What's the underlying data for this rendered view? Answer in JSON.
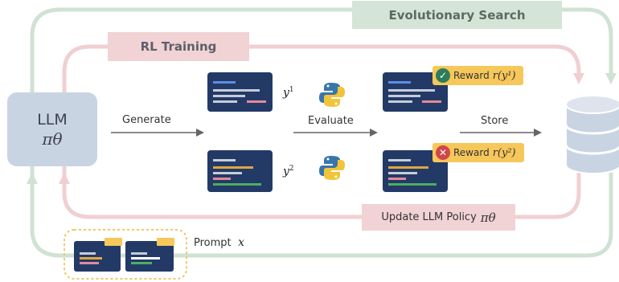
{
  "evolutionary_search": {
    "label": "Evolutionary Search",
    "color": "#d4e4d6"
  },
  "rl_training": {
    "label": "RL Training",
    "color": "#f1d2d5"
  },
  "llm": {
    "name": "LLM",
    "symbol": "πθ"
  },
  "edges": {
    "generate": "Generate",
    "evaluate": "Evaluate",
    "store": "Store"
  },
  "samples": [
    {
      "base": "y",
      "exp": "1",
      "reward_label": "Reward",
      "reward_math": "r(y¹)",
      "outcome": "check-icon"
    },
    {
      "base": "y",
      "exp": "2",
      "reward_label": "Reward",
      "reward_math": "r(y²)",
      "outcome": "cross-icon"
    }
  ],
  "update_policy": {
    "label": "Update LLM Policy",
    "symbol": "πθ"
  },
  "prompt": {
    "label": "Prompt",
    "variable": "x"
  },
  "colors": {
    "code_panel": "#233a67",
    "reward_badge": "#f6c75a",
    "database": "#c9d4e3",
    "loop_green": "#cfe2d3",
    "loop_pink": "#f0cfd2"
  },
  "icons": [
    "python-icon",
    "database-icon",
    "check-icon",
    "cross-icon"
  ]
}
